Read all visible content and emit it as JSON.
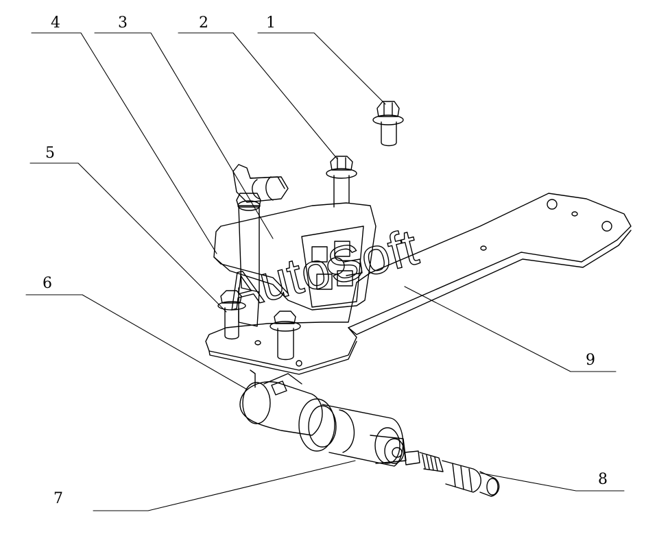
{
  "callouts": [
    {
      "id": "1",
      "label": "1"
    },
    {
      "id": "2",
      "label": "2"
    },
    {
      "id": "3",
      "label": "3"
    },
    {
      "id": "4",
      "label": "4"
    },
    {
      "id": "5",
      "label": "5"
    },
    {
      "id": "6",
      "label": "6"
    },
    {
      "id": "7",
      "label": "7"
    },
    {
      "id": "8",
      "label": "8"
    },
    {
      "id": "9",
      "label": "9"
    }
  ],
  "watermark": {
    "text": "AutoSoft"
  },
  "colors": {
    "line": "#000000",
    "background": "#ffffff"
  }
}
